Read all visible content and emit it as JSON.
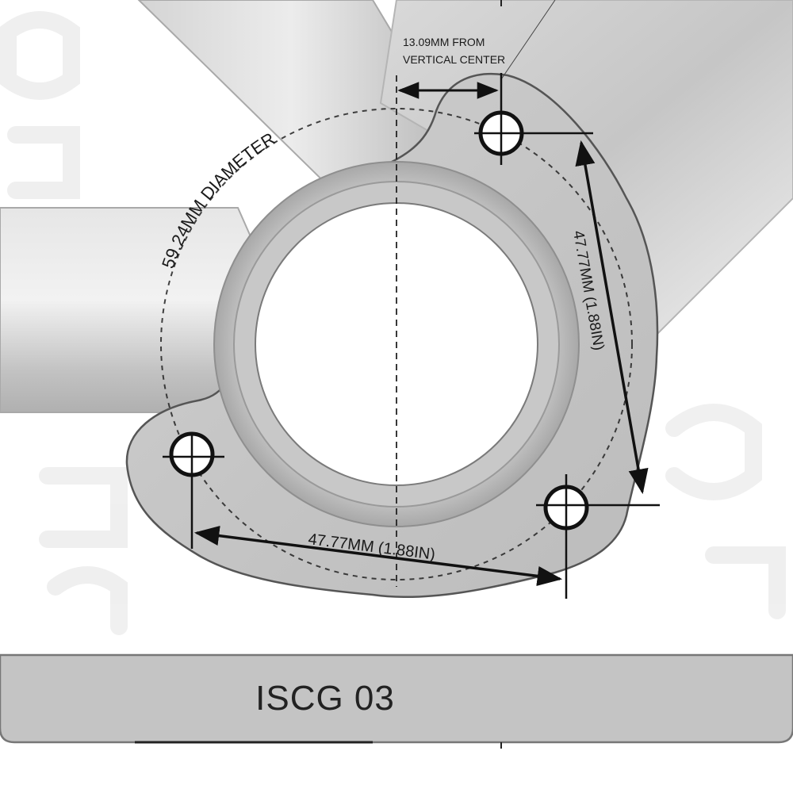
{
  "diagram": {
    "labels": {
      "offset_line1": "13.09MM FROM",
      "offset_line2": "VERTICAL CENTER",
      "bcd": "59.24MM DIAMETER",
      "spacing_vertical": "47.77MM (1.88IN)",
      "spacing_horizontal": "47.77MM (1.88IN)"
    },
    "title": "ISCG  03",
    "colors": {
      "background": "#ffffff",
      "tube": "#cfcfcf",
      "flange": "#c9c9c9",
      "shell": "#bdbdbd",
      "ink": "#111111",
      "banner": "#c4c4c4"
    }
  }
}
